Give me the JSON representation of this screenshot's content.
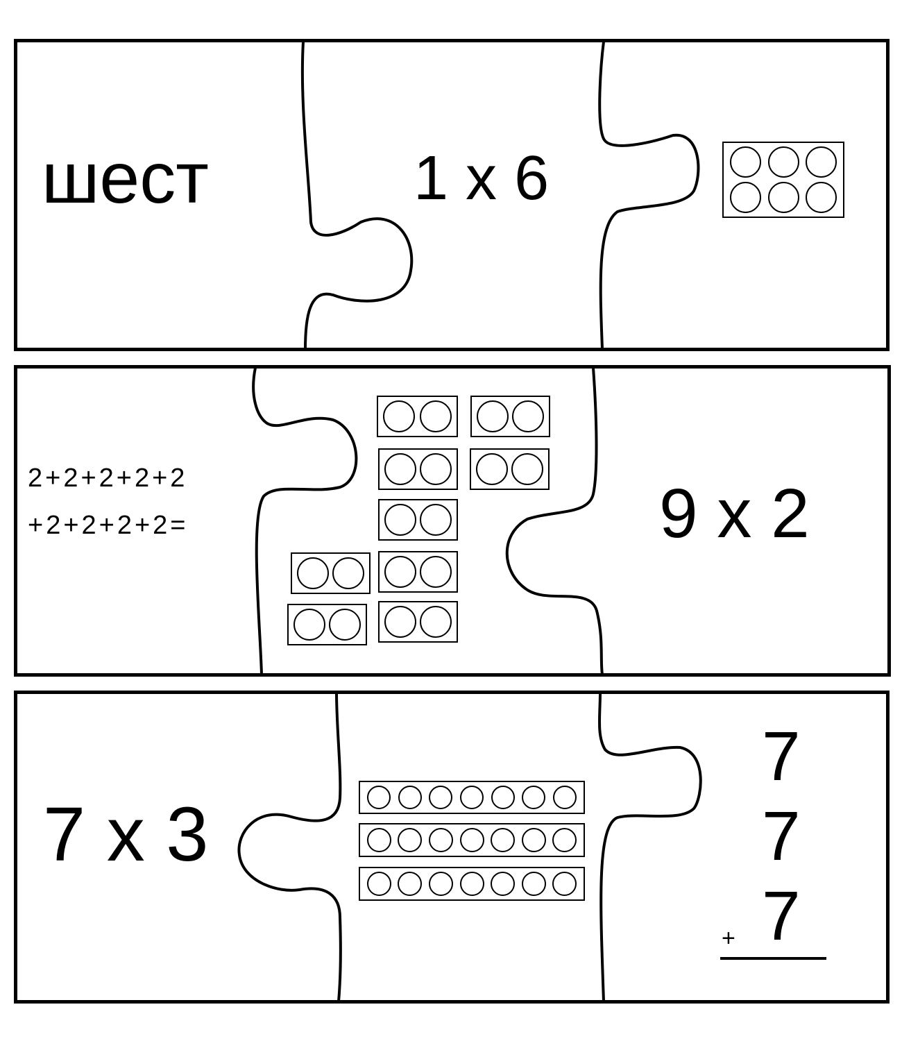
{
  "puzzles": [
    {
      "word": "шест",
      "expression": "1 x 6",
      "blocks": [
        {
          "rows": 2,
          "cols": 3
        }
      ]
    },
    {
      "addition_line1": "2+2+2+2+2",
      "addition_line2": "+2+2+2+2=",
      "expression": "9 x 2",
      "blocks": [
        {
          "cols": 2
        },
        {
          "cols": 2
        },
        {
          "cols": 2
        },
        {
          "cols": 2
        },
        {
          "cols": 2
        },
        {
          "cols": 2
        },
        {
          "cols": 2
        },
        {
          "cols": 2
        },
        {
          "cols": 2
        }
      ]
    },
    {
      "expression": "7 x 3",
      "blocks": [
        {
          "cols": 7
        },
        {
          "cols": 7
        },
        {
          "cols": 7
        }
      ],
      "column_addends": [
        "7",
        "7",
        "7"
      ],
      "plus_sign": "+"
    }
  ]
}
